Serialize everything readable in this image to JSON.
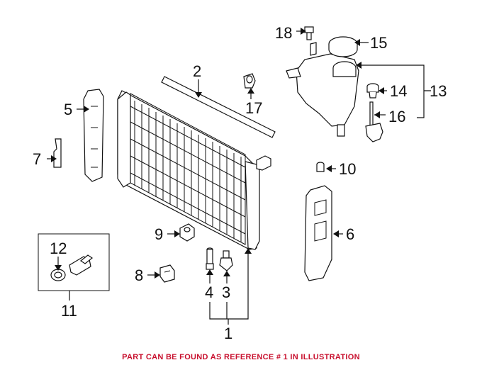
{
  "callouts": {
    "c1": "1",
    "c2": "2",
    "c3": "3",
    "c4": "4",
    "c5": "5",
    "c6": "6",
    "c7": "7",
    "c8": "8",
    "c9": "9",
    "c10": "10",
    "c11": "11",
    "c12": "12",
    "c13": "13",
    "c14": "14",
    "c15": "15",
    "c16": "16",
    "c17": "17",
    "c18": "18"
  },
  "footer": "PART CAN BE FOUND AS REFERENCE # 1 IN ILLUSTRATION",
  "colors": {
    "footer_text": "#c8102e",
    "lines": "#111111",
    "background": "#ffffff"
  }
}
